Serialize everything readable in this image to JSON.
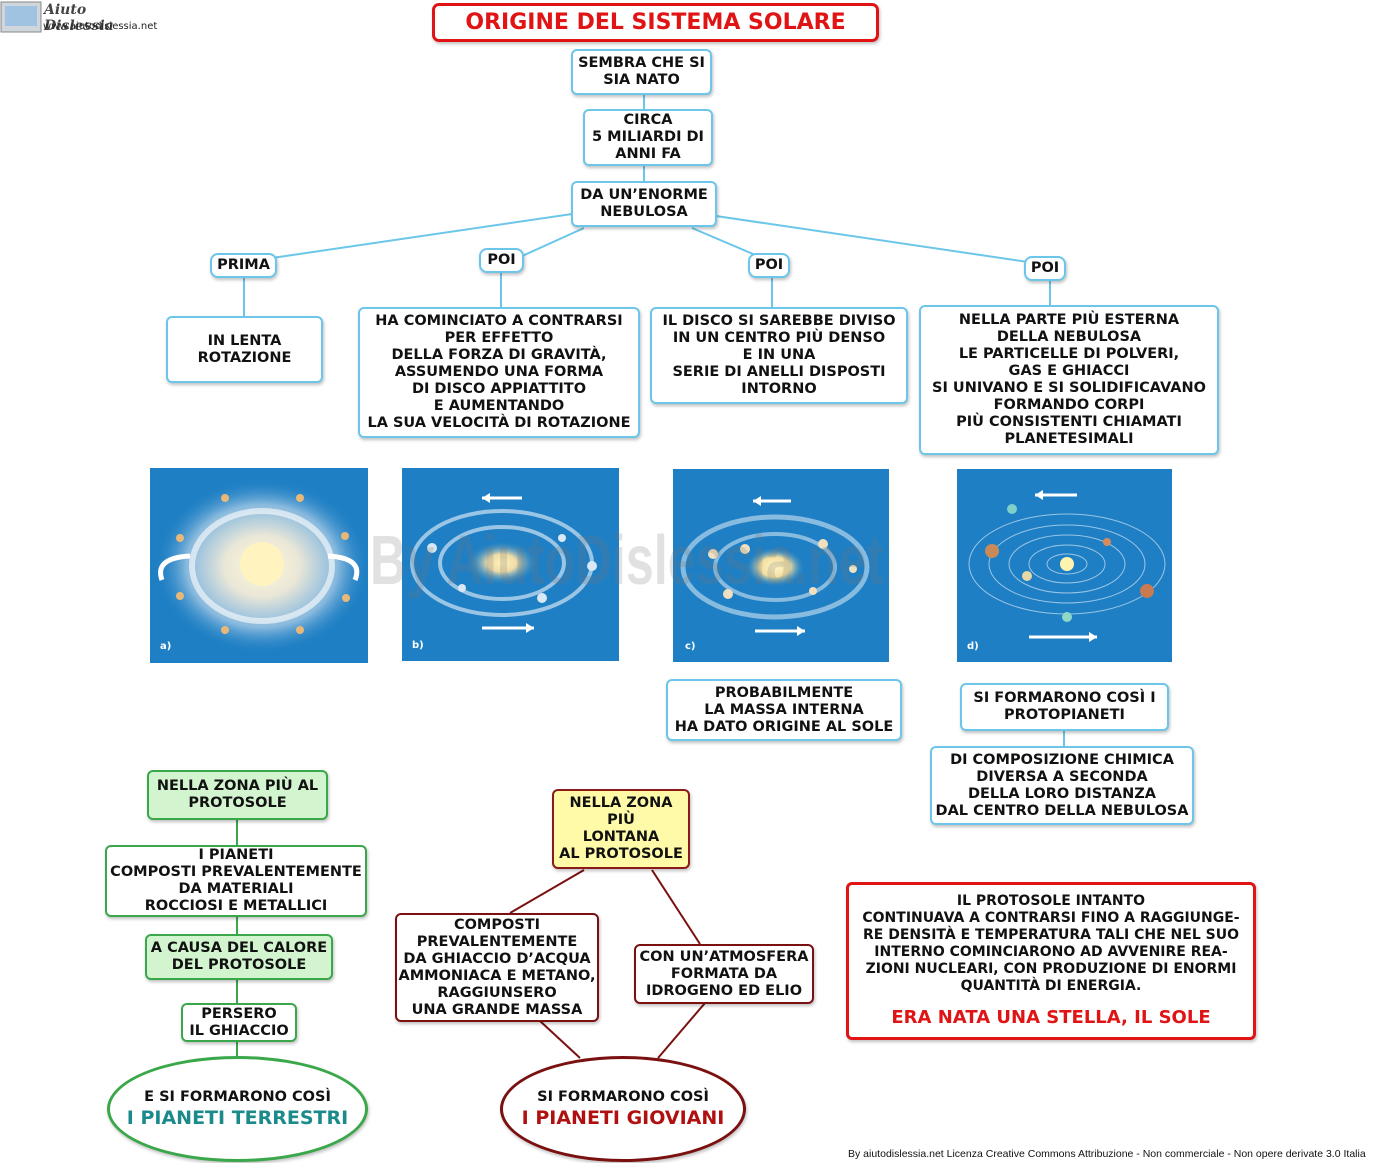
{
  "logo": {
    "name": "Aiuto Dislessia",
    "url": "www.aiutodislessia.net"
  },
  "watermark": "By AiutoDislessia.net",
  "title": "ORIGINE DEL SISTEMA SOLARE",
  "chain": [
    "SEMBRA CHE SI\nSIA NATO",
    "CIRCA\n5 MILIARDI DI\nANNI FA",
    "DA UN’ENORME\nNEBULOSA"
  ],
  "stages": [
    {
      "label": "PRIMA",
      "text": "IN LENTA\nROTAZIONE",
      "caption": "a)"
    },
    {
      "label": "POI",
      "text": "HA COMINCIATO A CONTRARSI\nPER EFFETTO\nDELLA FORZA DI GRAVITÀ,\nASSUMENDO UNA FORMA\nDI DISCO APPIATTITO\nE AUMENTANDO\nLA SUA VELOCITÀ DI ROTAZIONE",
      "caption": "b)"
    },
    {
      "label": "POI",
      "text": "IL DISCO SI SAREBBE DIVISO\nIN UN CENTRO PIÙ DENSO\nE IN UNA\nSERIE DI ANELLI DISPOSTI\nINTORNO",
      "caption": "c)"
    },
    {
      "label": "POI",
      "text": "NELLA PARTE PIÙ ESTERNA\nDELLA NEBULOSA\nLE PARTICELLE DI POLVERI,\nGAS E GHIACCI\nSI UNIVANO E SI SOLIDIFICAVANO\nFORMANDO CORPI\nPIÙ CONSISTENTI CHIAMATI\nPLANETESIMALI",
      "caption": "d)"
    }
  ],
  "sun_origin": "PROBABILMENTE\nLA MASSA INTERNA\nHA DATO ORIGINE AL SOLE",
  "protoplanets": "SI FORMARONO COSÌ I\nPROTOPIANETI",
  "composition": "DI COMPOSIZIONE CHIMICA\nDIVERSA A SECONDA\nDELLA LORO DISTANZA\nDAL CENTRO DELLA NEBULOSA",
  "terrestrial": {
    "zone": "NELLA ZONA PIÙ AL\nPROTOSOLE",
    "composed": "I PIANETI\nCOMPOSTI PREVALENTEMENTE\nDA MATERIALI\nROCCIOSI E METALLICI",
    "cause": "A CAUSA DEL CALORE\nDEL PROTOSOLE",
    "lost": "PERSERO\nIL GHIACCIO",
    "result_pre": "E SI FORMARONO COSÌ",
    "result": "I PIANETI TERRESTRI"
  },
  "jovian": {
    "zone": "NELLA ZONA\nPIÙ\nLONTANA\nAL PROTOSOLE",
    "composed": "COMPOSTI\nPREVALENTEMENTE\nDA GHIACCIO D’ACQUA\nAMMONIACA E METANO,\nRAGGIUNSERO\nUNA GRANDE MASSA",
    "atmosphere": "CON UN’ATMOSFERA\nFORMATA  DA\nIDROGENO ED ELIO",
    "result_pre": "SI FORMARONO COSÌ",
    "result": "I PIANETI GIOVIANI"
  },
  "protosole": {
    "text": "IL PROTOSOLE INTANTO\nCONTINUAVA A CONTRARSI FINO A RAGGIUNGE-\nRE DENSITÀ E TEMPERATURA TALI CHE NEL SUO\nINTERNO COMINCIARONO AD AVVENIRE REA-\nZIONI NUCLEARI, CON PRODUZIONE DI ENORMI\nQUANTITÀ DI ENERGIA.",
    "conclusion": "ERA NATA UNA STELLA, IL SOLE"
  },
  "license": "By aiutodislessia.net Licenza Creative Commons Attribuzione - Non commerciale - Non opere derivate 3.0 Italia",
  "colors": {
    "title_red": "#e01414",
    "box_border": "#6cc6ea",
    "green": "#3aa84a",
    "maroon": "#7a1010",
    "teal_text": "#1b8a8a",
    "panel_blue": "#1e7fc4"
  }
}
